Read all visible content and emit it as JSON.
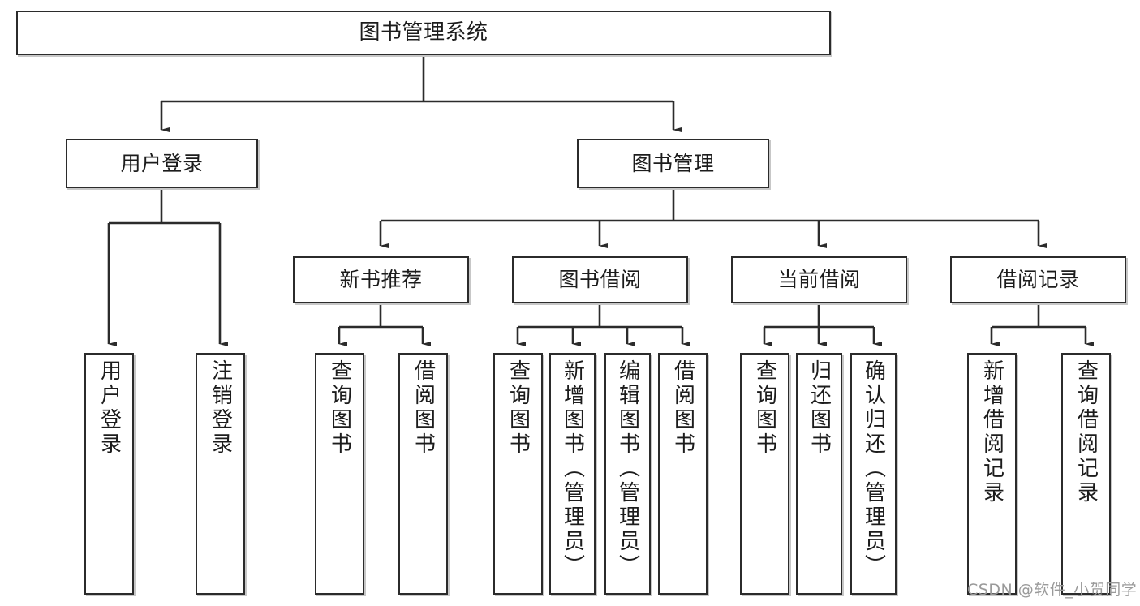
{
  "diagram": {
    "type": "tree-hierarchy-chart",
    "title": "图书管理系统",
    "orientation": "top-down",
    "colors": {
      "box_border": "#2b2b2b",
      "box_fill": "#ffffff",
      "connector": "#2b2b2b",
      "text": "#1c1c1c",
      "watermark": "#9a9a9a"
    }
  },
  "root": {
    "label": "图书管理系统"
  },
  "level2": [
    {
      "id": "user-login",
      "label": "用户登录"
    },
    {
      "id": "book-management",
      "label": "图书管理"
    }
  ],
  "level3": [
    {
      "id": "new-book-recommend",
      "label": "新书推荐"
    },
    {
      "id": "book-borrow",
      "label": "图书借阅"
    },
    {
      "id": "current-borrow",
      "label": "当前借阅"
    },
    {
      "id": "borrow-record",
      "label": "借阅记录"
    }
  ],
  "leaves": {
    "user_login": [
      {
        "id": "leaf-user-login",
        "label": "用户登录"
      },
      {
        "id": "leaf-logout-login",
        "label": "注销登录"
      }
    ],
    "new_book_recommend": [
      {
        "id": "leaf-query-book-1",
        "label": "查询图书"
      },
      {
        "id": "leaf-borrow-book-1",
        "label": "借阅图书"
      }
    ],
    "book_borrow": [
      {
        "id": "leaf-query-book-2",
        "label": "查询图书"
      },
      {
        "id": "leaf-add-book",
        "label": "新增图书（管理员）"
      },
      {
        "id": "leaf-edit-book",
        "label": "编辑图书（管理员）"
      },
      {
        "id": "leaf-borrow-book-2",
        "label": "借阅图书"
      }
    ],
    "current_borrow": [
      {
        "id": "leaf-query-book-3",
        "label": "查询图书"
      },
      {
        "id": "leaf-return-book",
        "label": "归还图书"
      },
      {
        "id": "leaf-confirm-return",
        "label": "确认归还（管理员）"
      }
    ],
    "borrow_record": [
      {
        "id": "leaf-add-borrow-record",
        "label": "新增借阅记录"
      },
      {
        "id": "leaf-query-borrow-record",
        "label": "查询借阅记录"
      }
    ]
  },
  "watermark": {
    "text": "CSDN @软件_小贺同学"
  }
}
